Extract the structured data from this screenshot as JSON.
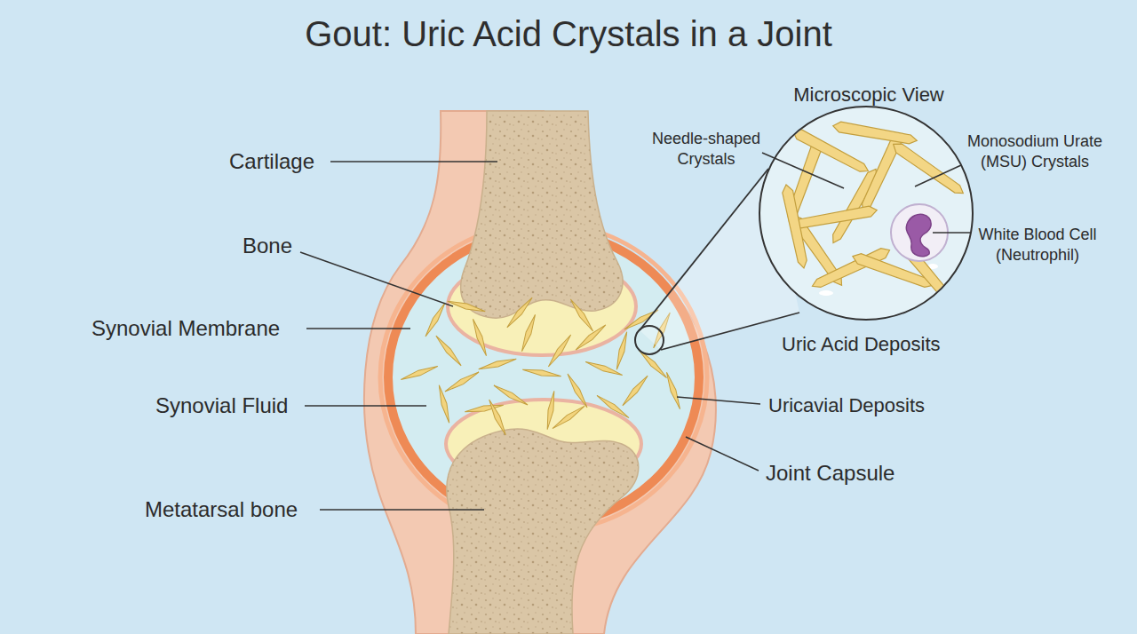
{
  "diagram": {
    "title": "Gout: Uric Acid Crystals in a Joint",
    "labels": [
      "Cartilage",
      "Bone",
      "Synovial Membrane",
      "Synovial Fluid",
      "Metatarsal bone",
      "Microscopic View",
      "Needle-shaped Crystals",
      "Monosodium Urate (MSU) Crystals",
      "White Blood Cell (Neutrophil)",
      "Uric Acid Deposits",
      "Uricavial Deposits",
      "Joint Capsule"
    ]
  }
}
